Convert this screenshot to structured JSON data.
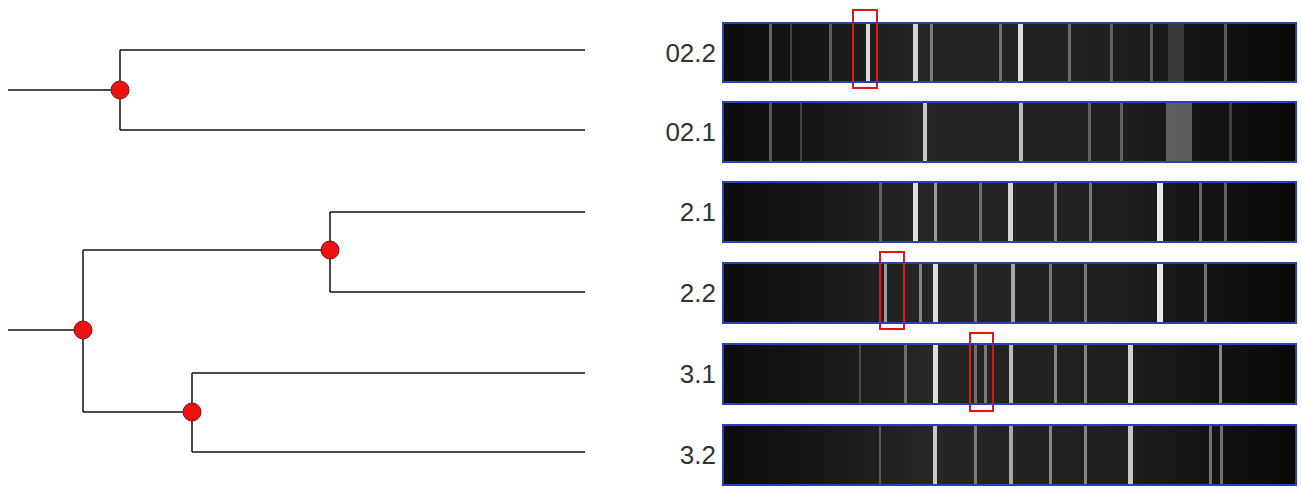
{
  "diagram": {
    "nodes": [
      {
        "text": [
          "02.2"
        ]
      },
      {
        "text": [
          "02.1"
        ]
      },
      {
        "text": [
          "2.1"
        ]
      },
      {
        "text": [
          "2.2"
        ]
      },
      {
        "text": [
          "3.1"
        ]
      },
      {
        "text": [
          "3.2"
        ]
      }
    ]
  }
}
